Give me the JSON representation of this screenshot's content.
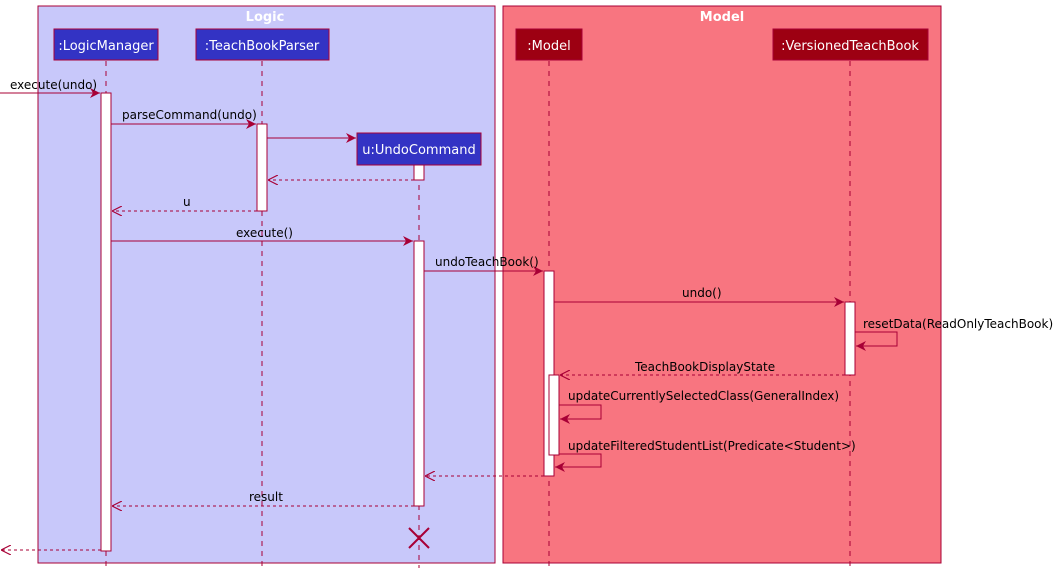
{
  "diagram": {
    "type": "sequence",
    "colors": {
      "logic_box": "#C8C8FA",
      "model_box": "#F87580",
      "box_border": "#A80036",
      "logic_participant": "#3333C4",
      "model_participant": "#9D0012",
      "arrow": "#A80036"
    },
    "boxes": {
      "logic": "Logic",
      "model": "Model"
    },
    "participants": {
      "logic_manager": ":LogicManager",
      "parser": ":TeachBookParser",
      "undo_command": "u:UndoCommand",
      "model": ":Model",
      "versioned": ":VersionedTeachBook"
    },
    "messages": {
      "m1": "execute(undo)",
      "m2": "parseCommand(undo)",
      "m3": "u",
      "m4": "execute()",
      "m5": "undoTeachBook()",
      "m6": "undo()",
      "m7": "resetData(ReadOnlyTeachBook)",
      "m8": "TeachBookDisplayState",
      "m9": "updateCurrentlySelectedClass(GeneralIndex)",
      "m10": "updateFilteredStudentList(Predicate<Student>)",
      "m11": "result"
    }
  }
}
